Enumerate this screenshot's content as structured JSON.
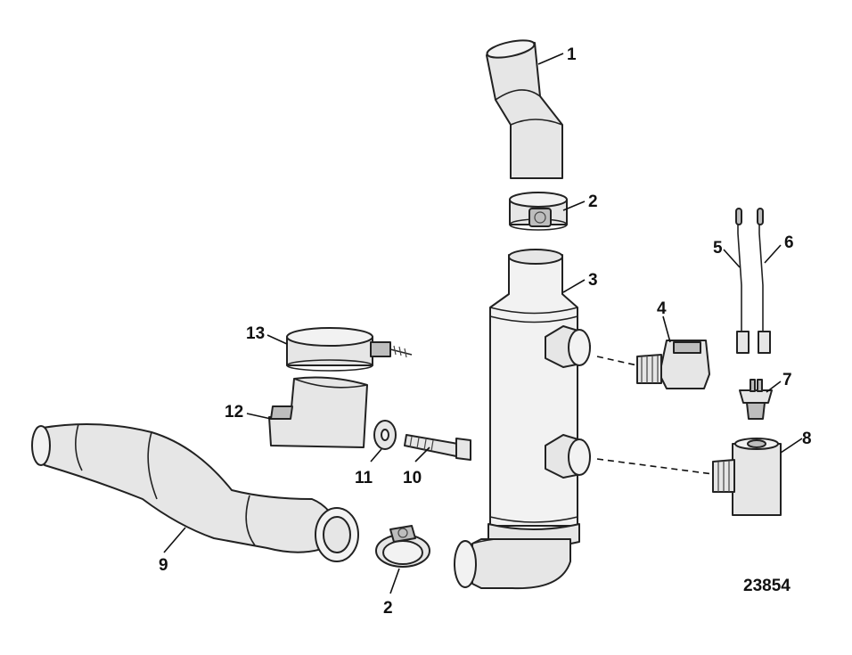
{
  "figure_number": "23854",
  "callouts": [
    {
      "id": "c1",
      "label": "1"
    },
    {
      "id": "c2a",
      "label": "2"
    },
    {
      "id": "c3",
      "label": "3"
    },
    {
      "id": "c4",
      "label": "4"
    },
    {
      "id": "c5",
      "label": "5"
    },
    {
      "id": "c6",
      "label": "6"
    },
    {
      "id": "c7",
      "label": "7"
    },
    {
      "id": "c8",
      "label": "8"
    },
    {
      "id": "c9",
      "label": "9"
    },
    {
      "id": "c10",
      "label": "10"
    },
    {
      "id": "c11",
      "label": "11"
    },
    {
      "id": "c12",
      "label": "12"
    },
    {
      "id": "c13",
      "label": "13"
    },
    {
      "id": "c2b",
      "label": "2"
    }
  ]
}
